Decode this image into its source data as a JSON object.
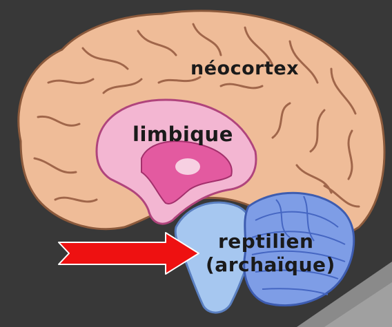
{
  "labels": {
    "neocortex": "néocortex",
    "limbic": "limbique",
    "reptilian_line1": "reptilien",
    "reptilian_line2": "(archaïque)"
  },
  "colors": {
    "background": "#383838",
    "neocortex": "#efbc98",
    "limbic": "#f3b6d2",
    "reptilian": "#a6c7f0",
    "cerebellum": "#7e9de6",
    "arrow": "#ee1111"
  },
  "icons": {
    "pointer": "red-arrow-icon"
  }
}
